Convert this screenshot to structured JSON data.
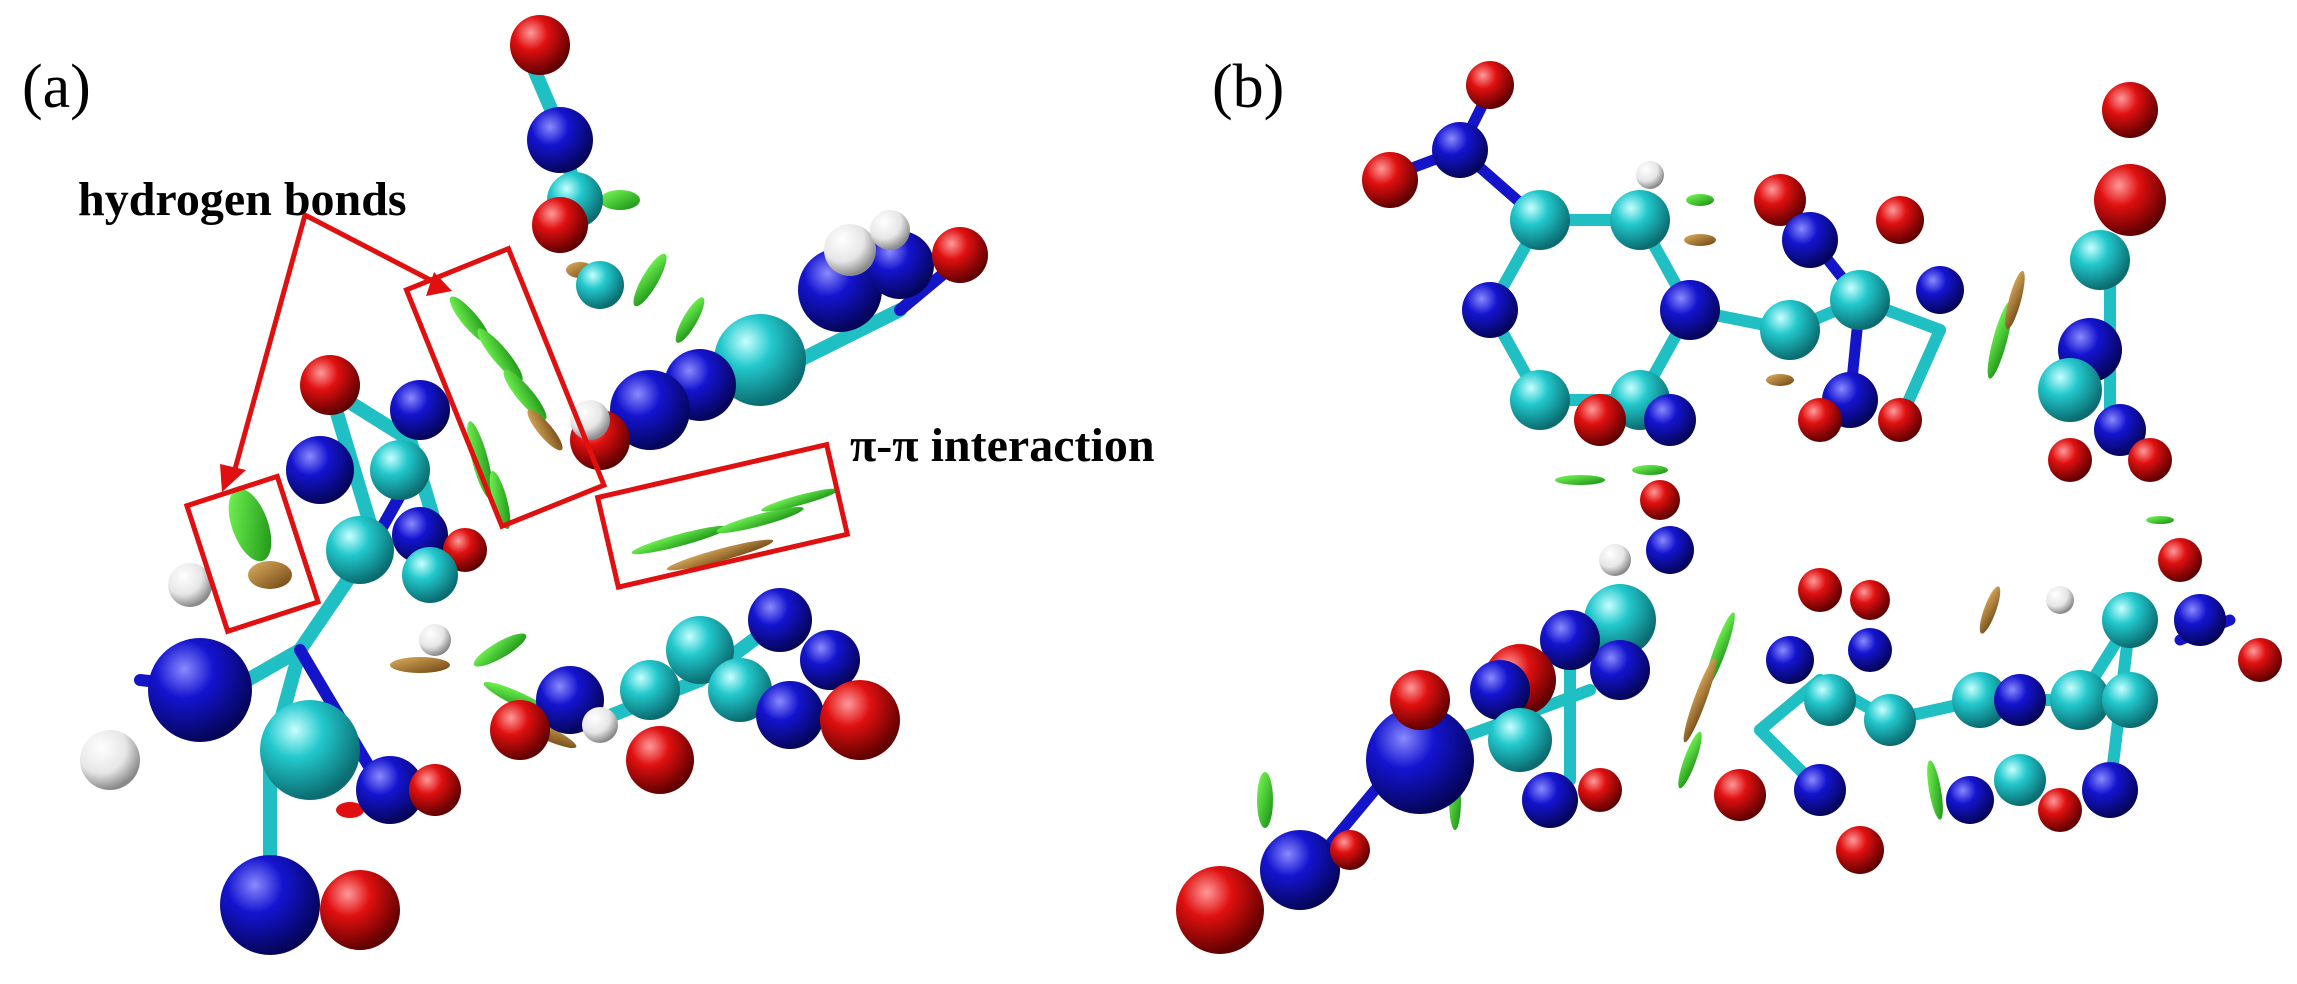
{
  "figure": {
    "panels": [
      {
        "id": "a",
        "label": "(a)"
      },
      {
        "id": "b",
        "label": "(b)"
      }
    ],
    "annotations": {
      "hydrogen_bonds": "hydrogen bonds",
      "pi_pi": "π-π interaction"
    }
  },
  "colors": {
    "carbon": "#1fbfc4",
    "nitrogen": "#1414c8",
    "oxygen": "#e01010",
    "hydrogen": "#f2f2f2",
    "isosurface_green": "#2ecc1a",
    "isosurface_brown": "#b07a2a",
    "annotation": "#e01010"
  }
}
